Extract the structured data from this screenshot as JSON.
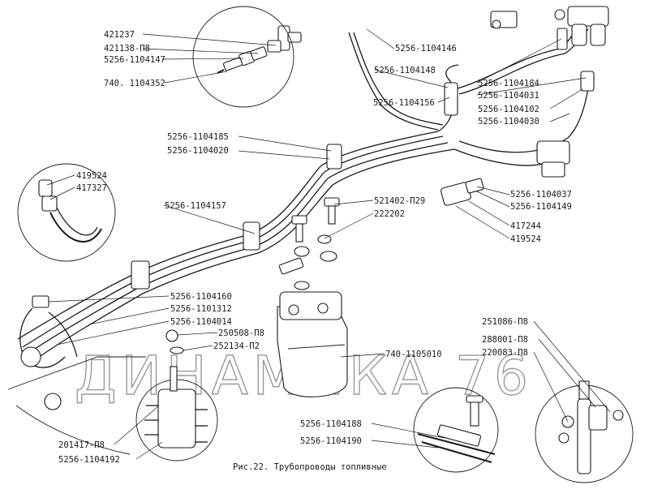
{
  "figure": {
    "caption": "Рис.22. Трубопроводы топливные",
    "watermark": "ДИНАМИКА 76"
  },
  "labels": {
    "l421237": "421237",
    "l421138": "421138-П8",
    "l5256_1104147": "5256-1104147",
    "l740_1104352": "740. 1104352",
    "l5256_1104146": "5256-1104146",
    "l5256_1104148": "5256-1104148",
    "l5256_1104156": "5256-1104156",
    "l5256_1104184": "5256-1104184",
    "l5256_1104031": "5256-1104031",
    "l5256_1104102": "5256-1104102",
    "l5256_1104030": "5256-1104030",
    "l5256_1104185": "5256-1104185",
    "l5256_1104020": "5256-1104020",
    "l419524a": "419524",
    "l417327": "417327",
    "l5256_1104157": "5256-1104157",
    "l521402": "521402-П29",
    "l222202": "222202",
    "l5256_1104037": "5256-1104037",
    "l5256_1104149": "5256-1104149",
    "l417244": "417244",
    "l419524b": "419524",
    "l5256_1104160": "5256-1104160",
    "l5256_1101312": "5256-1101312",
    "l5256_1104014": "5256-1104014",
    "l250508": "250508-П8",
    "l252134": "252134-П2",
    "l740_1105010": "740-1105010",
    "l251086": "251086-П8",
    "l288001": "288001-П8",
    "l220083": "220083-П8",
    "l201417": "201417-П8",
    "l5256_1104192": "5256-1104192",
    "l5256_1104188": "5256-1104188",
    "l5256_1104190": "5256-1104190"
  }
}
